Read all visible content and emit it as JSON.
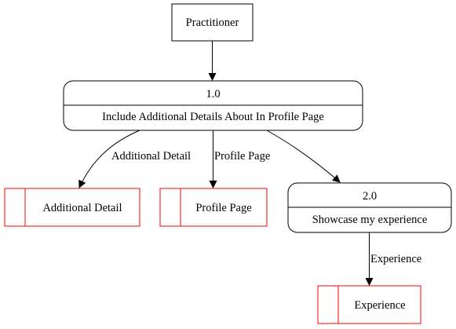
{
  "diagram": {
    "entity": {
      "label": "Practitioner"
    },
    "process_main": {
      "id": "1.0",
      "label": "Include Additional Details About In Profile Page"
    },
    "process_showcase": {
      "id": "2.0",
      "label": "Showcase my experience"
    },
    "stores": {
      "additional_detail": "Additional Detail",
      "profile_page": "Profile Page",
      "experience": "Experience"
    },
    "flows": {
      "to_additional_detail": "Additional Detail",
      "to_profile_page": "Profile Page",
      "to_experience": "Experience"
    },
    "colors": {
      "line": "#000000",
      "store_border": "#ff0000",
      "background": "#ffffff"
    }
  }
}
